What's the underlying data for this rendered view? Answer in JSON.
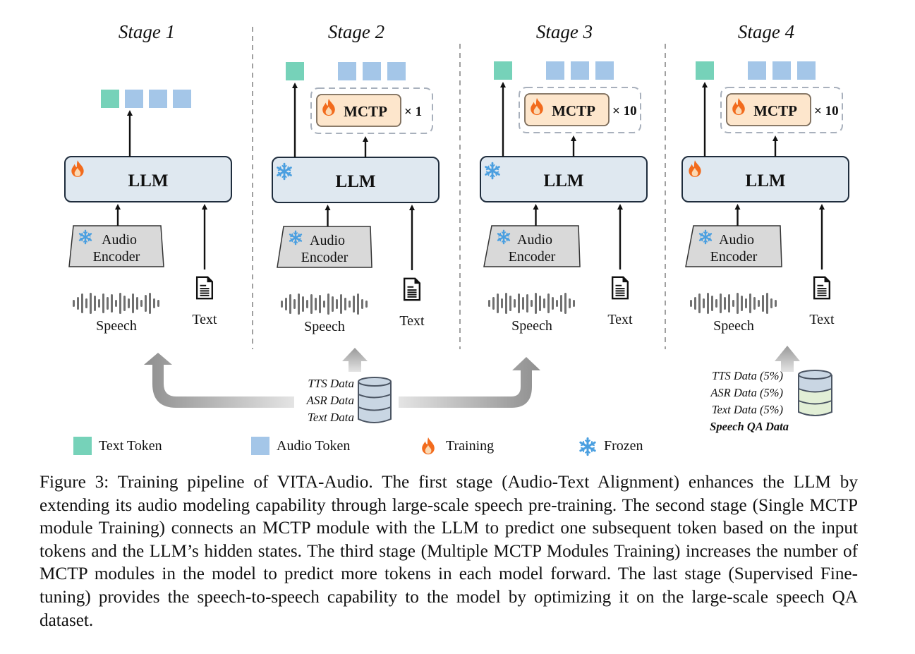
{
  "stages": [
    {
      "title": "Stage 1",
      "llm_label": "LLM",
      "llm_state": "training",
      "mctp": null,
      "encoder_label": [
        "Audio",
        "Encoder"
      ],
      "speech_label": "Speech",
      "text_label": "Text"
    },
    {
      "title": "Stage 2",
      "llm_label": "LLM",
      "llm_state": "frozen",
      "mctp": {
        "label": "MCTP",
        "multiplier": "× 1",
        "state": "training"
      },
      "encoder_label": [
        "Audio",
        "Encoder"
      ],
      "speech_label": "Speech",
      "text_label": "Text"
    },
    {
      "title": "Stage 3",
      "llm_label": "LLM",
      "llm_state": "frozen",
      "mctp": {
        "label": "MCTP",
        "multiplier": "× 10",
        "state": "training"
      },
      "encoder_label": [
        "Audio",
        "Encoder"
      ],
      "speech_label": "Speech",
      "text_label": "Text"
    },
    {
      "title": "Stage 4",
      "llm_label": "LLM",
      "llm_state": "training",
      "mctp": {
        "label": "MCTP",
        "multiplier": "× 10",
        "state": "training"
      },
      "encoder_label": [
        "Audio",
        "Encoder"
      ],
      "speech_label": "Speech",
      "text_label": "Text"
    }
  ],
  "shared_data": {
    "items": [
      "TTS Data",
      "ASR Data",
      "Text Data"
    ]
  },
  "sft_data": {
    "items": [
      "TTS Data (5%)",
      "ASR Data (5%)",
      "Text Data (5%)"
    ],
    "highlight": "Speech QA Data"
  },
  "legend": [
    {
      "label": "Text Token",
      "icon": "text-token-swatch"
    },
    {
      "label": "Audio Token",
      "icon": "audio-token-swatch"
    },
    {
      "label": "Training",
      "icon": "fire-icon"
    },
    {
      "label": "Frozen",
      "icon": "snowflake-icon"
    }
  ],
  "colors": {
    "text_token": "#76d2b9",
    "audio_token": "#a4c6e8",
    "llm_fill": "#dfe8f0",
    "mctp_fill": "#fde6cc",
    "encoder_fill": "#d9d9d9",
    "fire": "#f26b1d",
    "snow": "#4a9fe0",
    "db_fill": "#c9d6e3",
    "db_green": "#e2efd6"
  },
  "caption": "Figure 3: Training pipeline of VITA-Audio. The first stage (Audio-Text Alignment) enhances the LLM by extending its audio modeling capability through large-scale speech pre-training. The second stage (Single MCTP module Training) connects an MCTP module with the LLM to predict one subsequent token based on the input tokens and the LLM’s hidden states. The third stage (Multiple MCTP Modules Training) increases the number of MCTP modules in the model to predict more tokens in each model forward. The last stage (Supervised Fine-tuning) provides the speech-to-speech capability to the model by optimizing it on the large-scale speech QA dataset."
}
